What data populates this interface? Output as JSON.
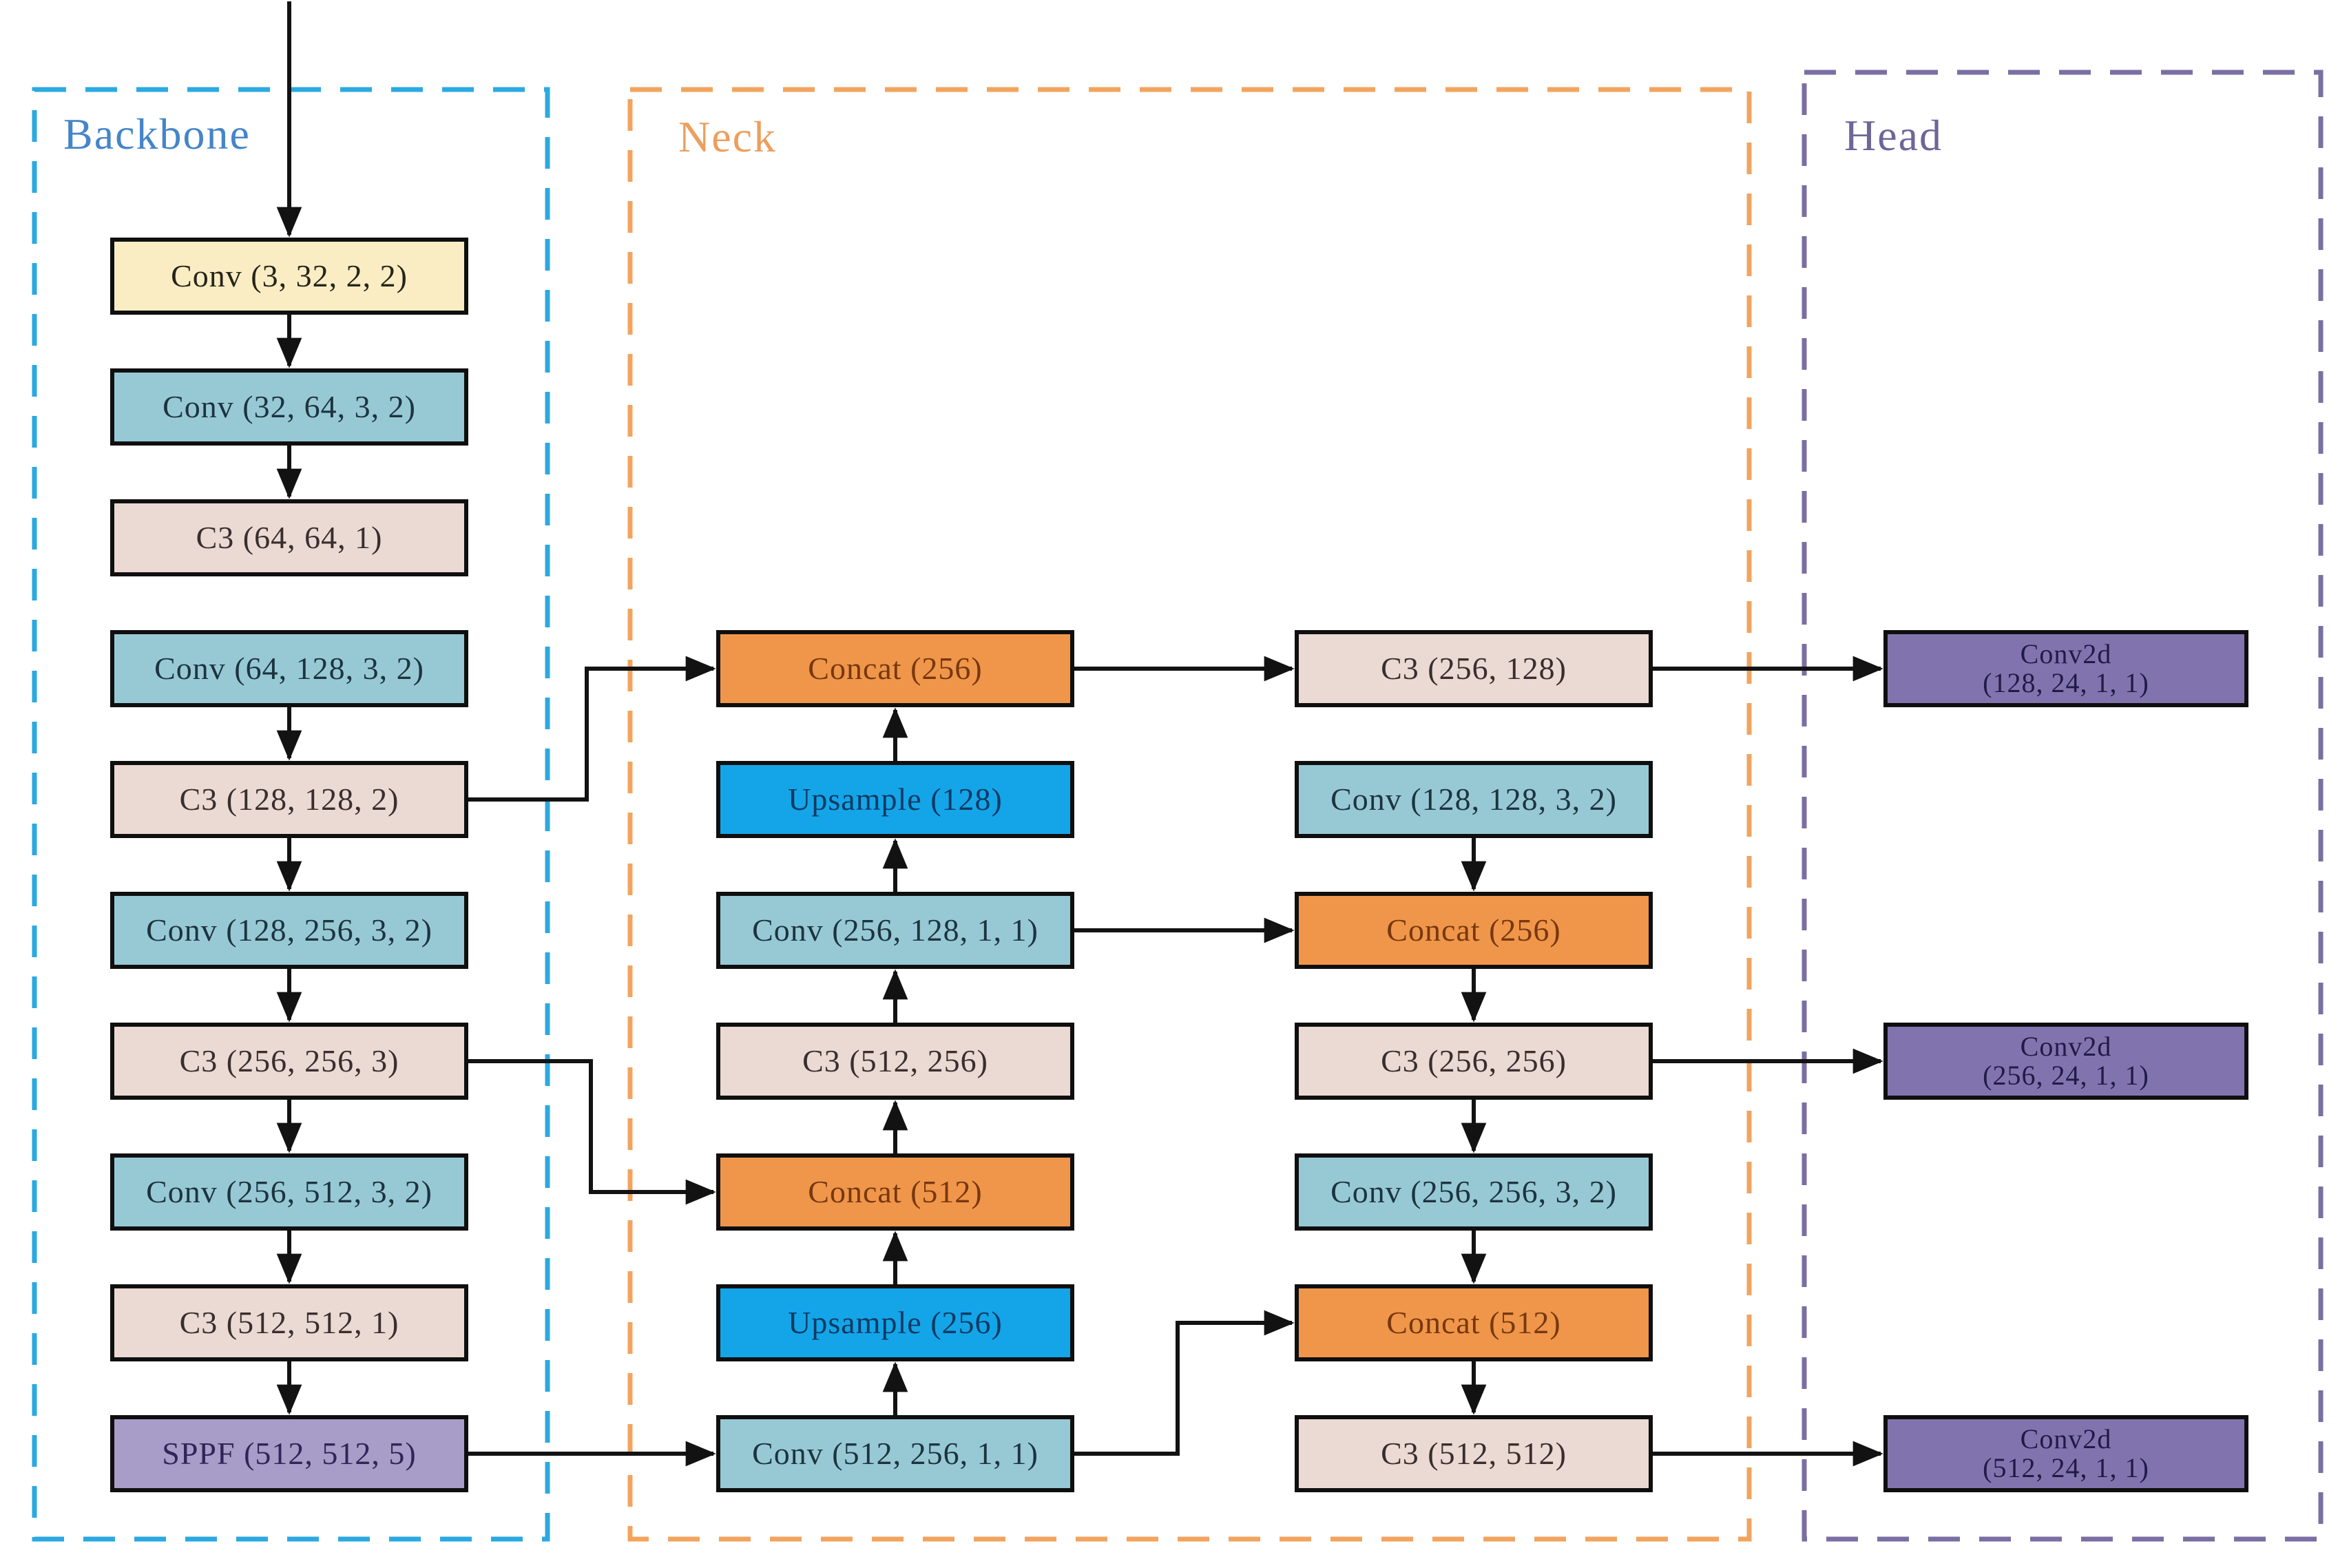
{
  "sections": {
    "backbone": {
      "label": "Backbone"
    },
    "neck": {
      "label": "Neck"
    },
    "head": {
      "label": "Head"
    }
  },
  "nodes": {
    "backbone": [
      {
        "label": "Conv (3, 32, 2, 2)"
      },
      {
        "label": "Conv (32, 64, 3, 2)"
      },
      {
        "label": "C3 (64, 64, 1)"
      },
      {
        "label": "Conv (64, 128, 3, 2)"
      },
      {
        "label": "C3 (128, 128, 2)"
      },
      {
        "label": "Conv (128, 256, 3, 2)"
      },
      {
        "label": "C3 (256, 256, 3)"
      },
      {
        "label": "Conv (256, 512, 3, 2)"
      },
      {
        "label": "C3 (512, 512, 1)"
      },
      {
        "label": "SPPF (512, 512, 5)"
      }
    ],
    "neck_left": [
      {
        "label": "Concat (256)"
      },
      {
        "label": "Upsample (128)"
      },
      {
        "label": "Conv (256, 128, 1, 1)"
      },
      {
        "label": "C3 (512, 256)"
      },
      {
        "label": "Concat (512)"
      },
      {
        "label": "Upsample (256)"
      },
      {
        "label": "Conv (512, 256, 1, 1)"
      }
    ],
    "neck_right": [
      {
        "label": "C3 (256, 128)"
      },
      {
        "label": "Conv (128, 128, 3, 2)"
      },
      {
        "label": "Concat (256)"
      },
      {
        "label": "C3 (256, 256)"
      },
      {
        "label": "Conv (256, 256, 3, 2)"
      },
      {
        "label": "Concat (512)"
      },
      {
        "label": "C3 (512, 512)"
      }
    ],
    "head": [
      {
        "line1": "Conv2d",
        "line2": "(128, 24, 1, 1)"
      },
      {
        "line1": "Conv2d",
        "line2": "(256, 24, 1, 1)"
      },
      {
        "line1": "Conv2d",
        "line2": "(512, 24, 1, 1)"
      }
    ]
  },
  "colors": {
    "backbone_border": "#2BA9E1",
    "neck_border": "#F2A45F",
    "head_border": "#7A6FA3",
    "backbone_title": "#4585C8",
    "neck_title": "#EC9F5D",
    "head_title": "#6F6598",
    "box_yellow": "#FAEDC4",
    "box_conv_teal": "#97C9D4",
    "box_c3_pink": "#EBD9D3",
    "box_concat_orange": "#F0964A",
    "box_upsample_blue": "#14A5E8",
    "box_sppf_purple": "#A89CC8",
    "box_conv2d_purple": "#8174AE",
    "wire": "#121212"
  }
}
